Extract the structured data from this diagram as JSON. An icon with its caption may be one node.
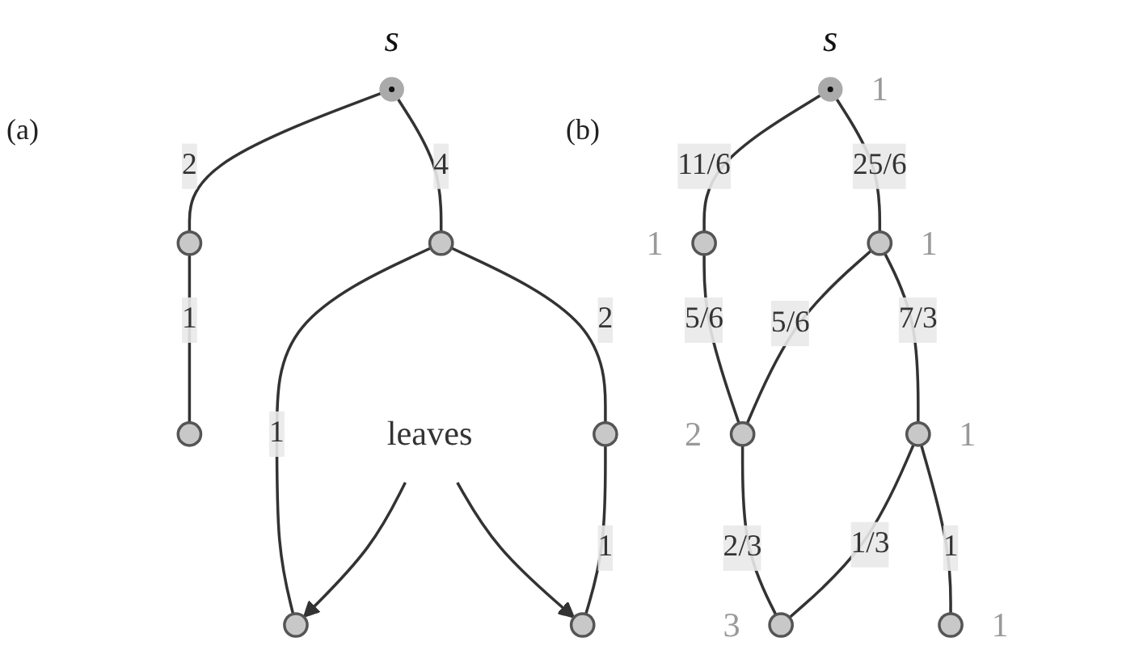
{
  "diagram": {
    "nodes": [
      {
        "text": [],
        "shape": "circle",
        "beside": [
          "s"
        ]
      },
      {
        "text": [],
        "shape": "circle"
      },
      {
        "text": [],
        "shape": "circle"
      },
      {
        "text": [],
        "shape": "circle"
      },
      {
        "text": [],
        "shape": "circle"
      },
      {
        "text": [],
        "shape": "circle"
      },
      {
        "text": [],
        "shape": "circle"
      },
      {
        "text": [
          "leaves"
        ]
      },
      {
        "text": [],
        "shape": "circle",
        "beside": [
          "s",
          "1"
        ]
      },
      {
        "text": [],
        "shape": "circle",
        "beside": [
          "1"
        ]
      },
      {
        "text": [],
        "shape": "circle",
        "beside": [
          "1"
        ]
      },
      {
        "text": [],
        "shape": "circle",
        "beside": [
          "2"
        ]
      },
      {
        "text": [],
        "shape": "circle",
        "beside": [
          "1"
        ]
      },
      {
        "text": [],
        "shape": "circle",
        "beside": [
          "3"
        ]
      },
      {
        "text": [],
        "shape": "circle",
        "beside": [
          "1"
        ]
      }
    ],
    "edges": [
      {
        "from": 0,
        "to": 1,
        "arrow": "none",
        "label": "2"
      },
      {
        "from": 0,
        "to": 2,
        "arrow": "none",
        "label": "4"
      },
      {
        "from": 1,
        "to": 3,
        "arrow": "none",
        "label": "1"
      },
      {
        "from": 2,
        "to": 4,
        "arrow": "none",
        "label": "1"
      },
      {
        "from": 2,
        "to": 5,
        "arrow": "none",
        "label": "2"
      },
      {
        "from": 5,
        "to": 6,
        "arrow": "none",
        "label": "1"
      },
      {
        "from": 7,
        "to": 4,
        "arrow": "to"
      },
      {
        "from": 7,
        "to": 6,
        "arrow": "to"
      },
      {
        "from": 8,
        "to": 9,
        "arrow": "none",
        "label": "11/6"
      },
      {
        "from": 8,
        "to": 10,
        "arrow": "none",
        "label": "25/6"
      },
      {
        "from": 9,
        "to": 11,
        "arrow": "none",
        "label": "5/6"
      },
      {
        "from": 10,
        "to": 11,
        "arrow": "none",
        "label": "5/6"
      },
      {
        "from": 10,
        "to": 12,
        "arrow": "none",
        "label": "7/3"
      },
      {
        "from": 11,
        "to": 13,
        "arrow": "none",
        "label": "2/3"
      },
      {
        "from": 12,
        "to": 13,
        "arrow": "none",
        "label": "1/3"
      },
      {
        "from": 12,
        "to": 14,
        "arrow": "none",
        "label": "1"
      }
    ],
    "labels": [
      "(a)",
      "(b)"
    ]
  }
}
